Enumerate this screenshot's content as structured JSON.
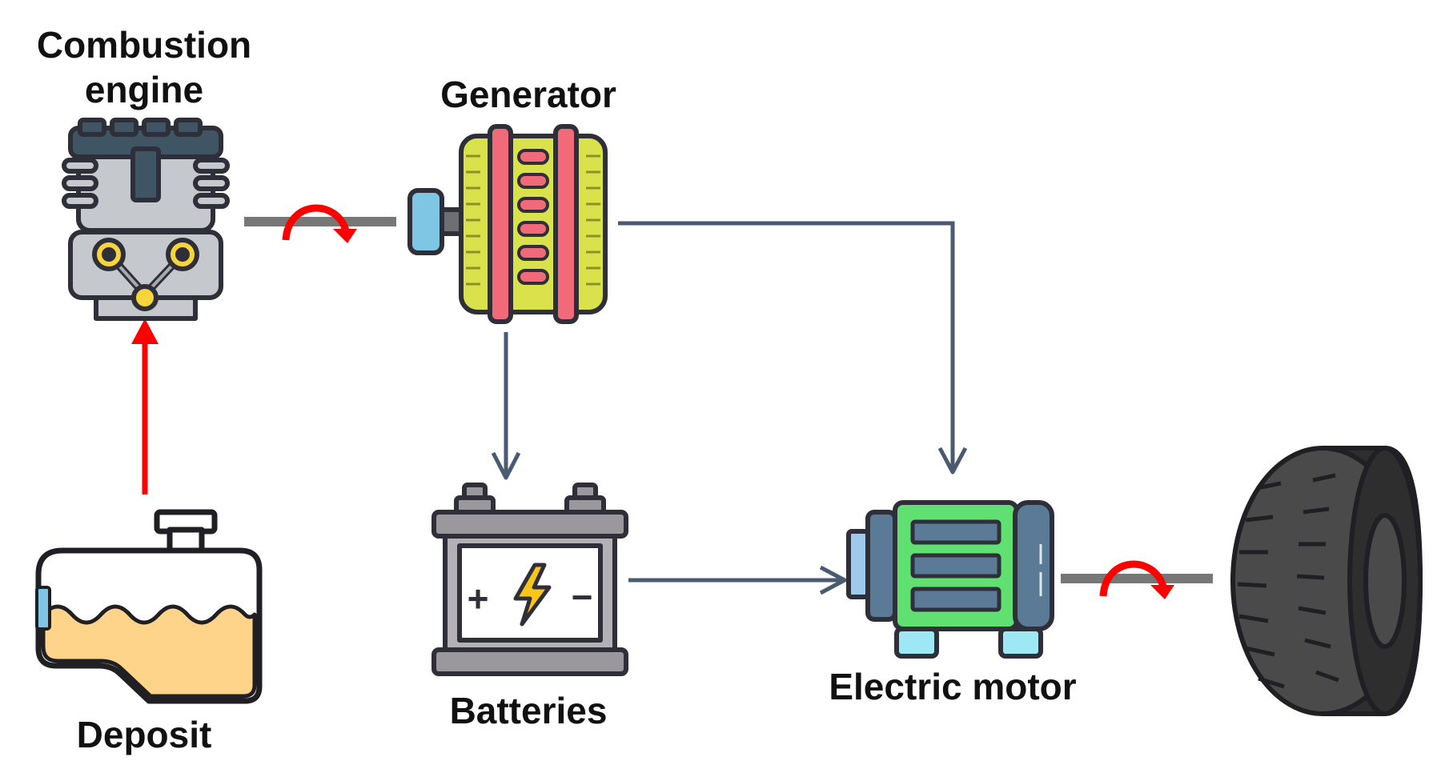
{
  "labels": {
    "engine": "Combustion engine",
    "generator": "Generator",
    "batteries": "Batteries",
    "motor": "Electric motor",
    "deposit": "Deposit"
  },
  "battery_symbols": {
    "plus": "+",
    "minus": "−"
  },
  "colors": {
    "flow_arrow": "#4a5a70",
    "fuel_arrow": "#ff0000",
    "rotation": "#ff0000",
    "shaft": "#777777",
    "outline": "#2f2f3a",
    "engine_head": "#3f5563",
    "engine_body": "#c5c8cc",
    "engine_pulley": "#f5d53a",
    "generator_coil": "#d9e24a",
    "generator_band": "#f06a7a",
    "generator_cap": "#7fc6e4",
    "battery_case": "#9a979d",
    "battery_bolt": "#f8c51b",
    "motor_body": "#5a7a95",
    "motor_cage": "#5fe071",
    "motor_feet": "#9ee7f5",
    "fuel": "#fdd48a",
    "tire": "#3a3a3a"
  },
  "icons": [
    "engine-icon",
    "generator-icon",
    "battery-icon",
    "electric-motor-icon",
    "fuel-tank-icon",
    "tire-icon",
    "rotation-arrow-icon"
  ]
}
